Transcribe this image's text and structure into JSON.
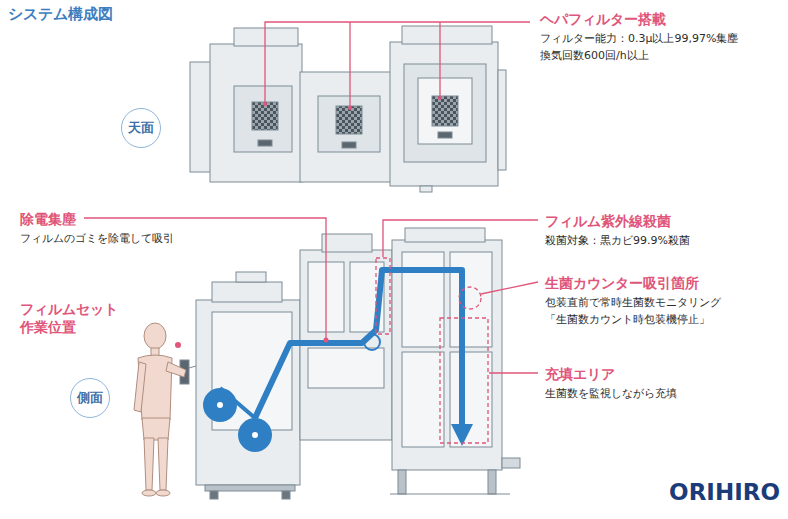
{
  "diagram": {
    "title": "システム構成図",
    "nodes": [
      {
        "text": [
          "天面"
        ]
      },
      {
        "text": [
          "側面"
        ]
      }
    ],
    "labels": [
      "ヘパフィルター搭載",
      "フィルター能力：0.3μ以上99,97%集塵",
      "換気回数600回/h以上",
      "除電集塵",
      "フィルムのゴミを除電して吸引",
      "フィルム紫外線殺菌",
      "殺菌対象：黒カビ99.9%殺菌",
      "生菌カウンター吸引箇所",
      "包装直前で常時生菌数モニタリング",
      "「生菌数カウント時包装機停止」",
      "フィルムセット 作業位置",
      "充填エリア",
      "生菌数を監視しながら充填",
      "ORIHIRO"
    ]
  }
}
